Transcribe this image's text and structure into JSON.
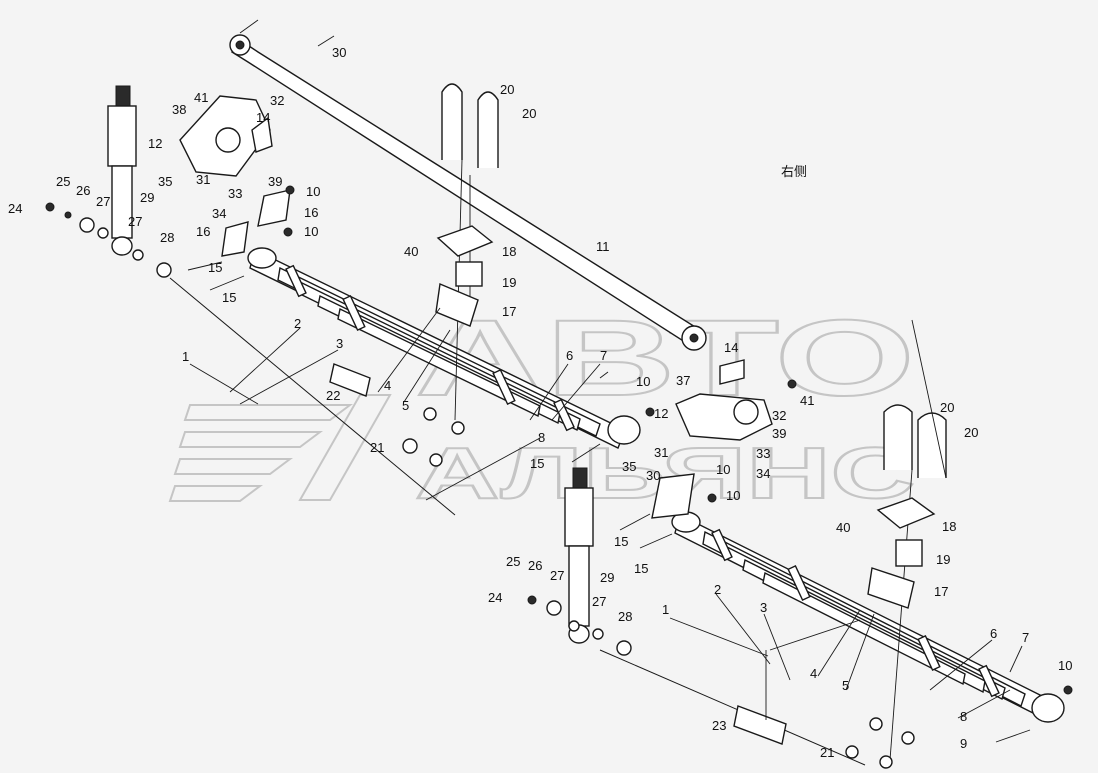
{
  "diagram": {
    "side_label": "右侧",
    "watermark": {
      "line1": "АВТО",
      "line2": "АЛЬЯНС"
    },
    "left_labels": [
      {
        "text": "30"
      },
      {
        "text": "32"
      },
      {
        "text": "41"
      },
      {
        "text": "38"
      },
      {
        "text": "14"
      },
      {
        "text": "20"
      },
      {
        "text": "20"
      },
      {
        "text": "12"
      },
      {
        "text": "35"
      },
      {
        "text": "31"
      },
      {
        "text": "33"
      },
      {
        "text": "39"
      },
      {
        "text": "34"
      },
      {
        "text": "10"
      },
      {
        "text": "16"
      },
      {
        "text": "16"
      },
      {
        "text": "10"
      },
      {
        "text": "25"
      },
      {
        "text": "26"
      },
      {
        "text": "29"
      },
      {
        "text": "24"
      },
      {
        "text": "27"
      },
      {
        "text": "27"
      },
      {
        "text": "28"
      },
      {
        "text": "15"
      },
      {
        "text": "15"
      },
      {
        "text": "40"
      },
      {
        "text": "18"
      },
      {
        "text": "19"
      },
      {
        "text": "17"
      },
      {
        "text": "11"
      },
      {
        "text": "2"
      },
      {
        "text": "3"
      },
      {
        "text": "1"
      },
      {
        "text": "4"
      },
      {
        "text": "22"
      },
      {
        "text": "5"
      },
      {
        "text": "6"
      },
      {
        "text": "7"
      },
      {
        "text": "10"
      },
      {
        "text": "12"
      },
      {
        "text": "8"
      },
      {
        "text": "15"
      },
      {
        "text": "21"
      }
    ],
    "right_labels": [
      {
        "text": "14"
      },
      {
        "text": "37"
      },
      {
        "text": "41"
      },
      {
        "text": "32"
      },
      {
        "text": "39"
      },
      {
        "text": "33"
      },
      {
        "text": "34"
      },
      {
        "text": "31"
      },
      {
        "text": "35"
      },
      {
        "text": "30"
      },
      {
        "text": "10"
      },
      {
        "text": "10"
      },
      {
        "text": "20"
      },
      {
        "text": "20"
      },
      {
        "text": "40"
      },
      {
        "text": "18"
      },
      {
        "text": "19"
      },
      {
        "text": "17"
      },
      {
        "text": "15"
      },
      {
        "text": "15"
      },
      {
        "text": "25"
      },
      {
        "text": "26"
      },
      {
        "text": "27"
      },
      {
        "text": "29"
      },
      {
        "text": "24"
      },
      {
        "text": "27"
      },
      {
        "text": "28"
      },
      {
        "text": "1"
      },
      {
        "text": "2"
      },
      {
        "text": "3"
      },
      {
        "text": "4"
      },
      {
        "text": "5"
      },
      {
        "text": "6"
      },
      {
        "text": "7"
      },
      {
        "text": "10"
      },
      {
        "text": "8"
      },
      {
        "text": "9"
      },
      {
        "text": "23"
      },
      {
        "text": "21"
      }
    ]
  }
}
